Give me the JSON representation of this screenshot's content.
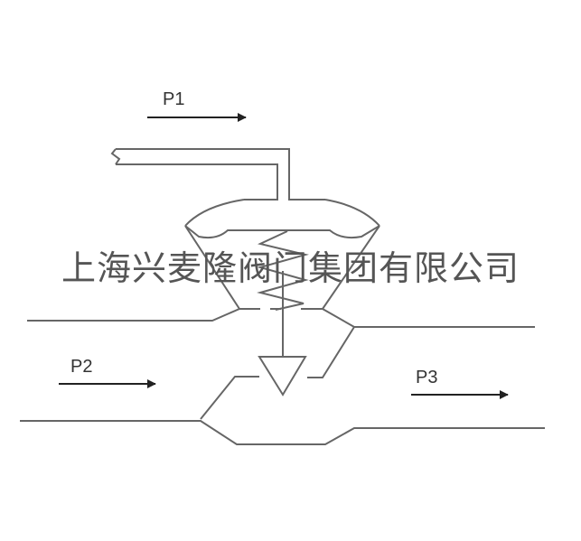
{
  "labels": {
    "p1": "P1",
    "p2": "P2",
    "p3": "P3"
  },
  "watermark": "上海兴麦隆阀门集团有限公司",
  "colors": {
    "line": "#666666",
    "text": "#333333"
  }
}
